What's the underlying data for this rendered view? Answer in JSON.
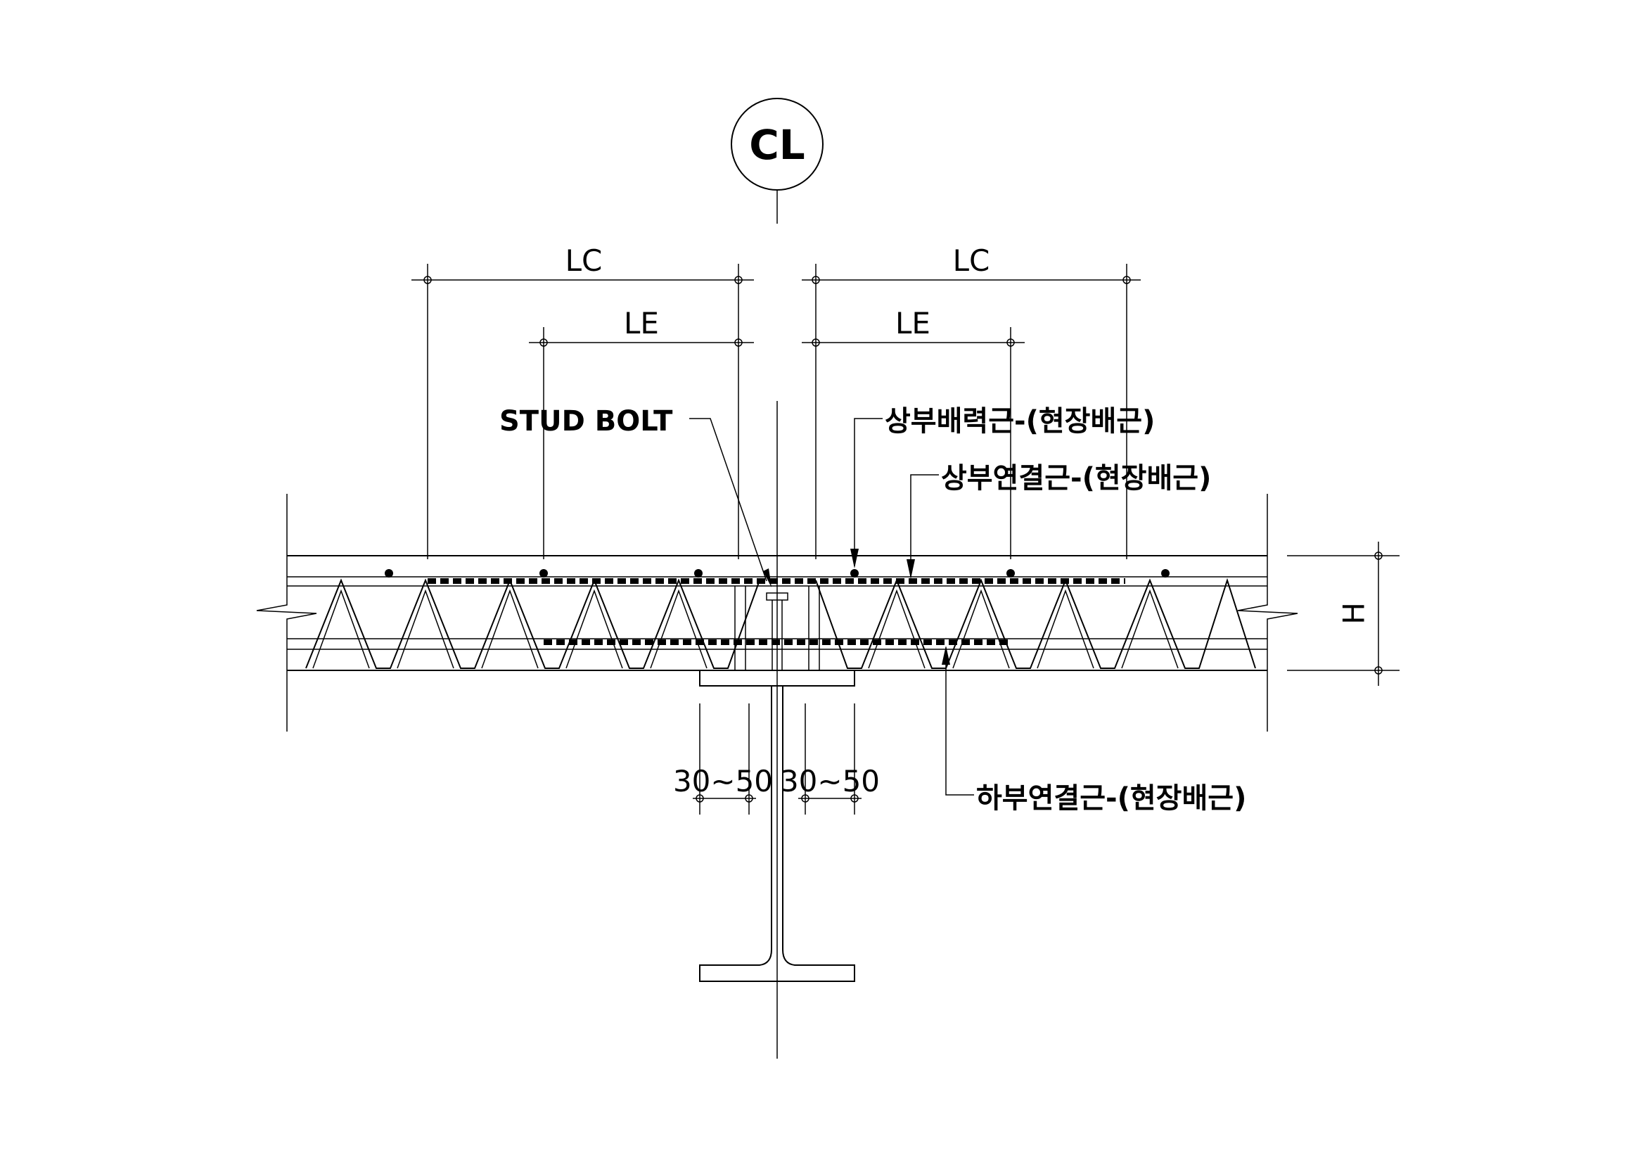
{
  "labels": {
    "centerline": "CL",
    "lc_left": "LC",
    "lc_right": "LC",
    "le_left": "LE",
    "le_right": "LE",
    "stud_bolt": "STUD BOLT",
    "top_main_rebar": "상부배력근-(현장배근)",
    "top_connect_rebar": "상부연결근-(현장배근)",
    "bottom_connect_rebar": "하부연결근-(현장배근)",
    "gap_left": "30~50",
    "gap_right": "30~50",
    "height": "H"
  }
}
